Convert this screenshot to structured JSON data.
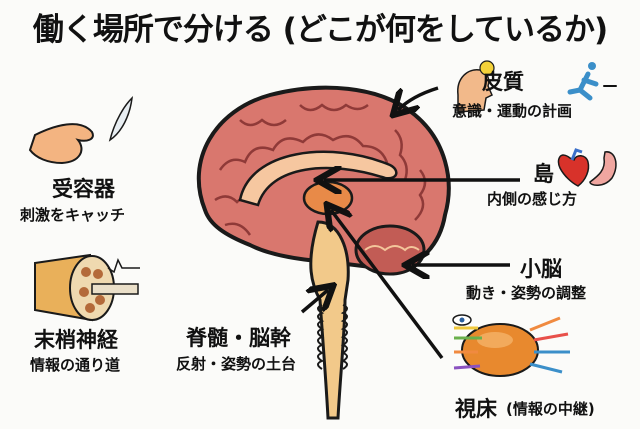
{
  "title": "働く場所で分ける (どこが何をしているか)",
  "regions": {
    "cortex": {
      "name": "皮質",
      "desc": "意識・運動の計画",
      "icons": [
        "head-lightbulb-icon",
        "running-person-icon"
      ]
    },
    "insula": {
      "name": "島",
      "desc": "内側の感じ方",
      "icons": [
        "heart-icon",
        "stomach-icon"
      ]
    },
    "cerebellum": {
      "name": "小脳",
      "desc": "動き・姿勢の調整"
    },
    "thalamus": {
      "name": "視床",
      "desc": "(情報の中継)",
      "icons": [
        "eye-icon",
        "relay-hub-icon"
      ]
    },
    "spinal_brainstem": {
      "name": "脊髄・脳幹",
      "desc": "反射・姿勢の土台"
    },
    "receptor": {
      "name": "受容器",
      "desc": "刺激をキャッチ",
      "icons": [
        "hand-icon",
        "feather-icon"
      ]
    },
    "peripheral_nerve": {
      "name": "末梢神経",
      "desc": "情報の通り道",
      "icons": [
        "nerve-bundle-icon"
      ]
    }
  },
  "colors": {
    "brain": "#d9776e",
    "brain_dark": "#b0504b",
    "brainstem": "#f2c98a",
    "thalamus": "#e8892e",
    "arrow": "#111111"
  }
}
